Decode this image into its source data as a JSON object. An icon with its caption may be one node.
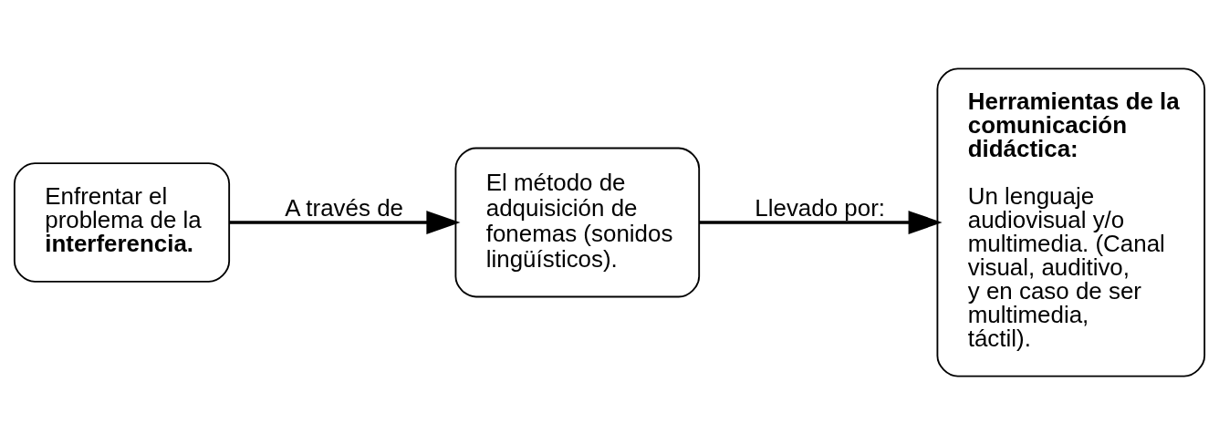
{
  "diagram": {
    "nodes": [
      {
        "text": [
          "Enfrentar el problema de la **interferencia.**"
        ]
      },
      {
        "text": [
          "El método de adquisición de fonemas (sonidos lingüísticos)."
        ]
      },
      {
        "text": [
          "Herramientas de la comunicación didáctica:",
          "Un lenguaje audiovisual y/o multimedia. (Canal visual, auditivo, y en caso de ser multimedia, táctil)."
        ]
      }
    ],
    "edges": [
      {
        "from": 0,
        "to": 1,
        "arrow": "to",
        "label": "A través de"
      },
      {
        "from": 1,
        "to": 2,
        "arrow": "to",
        "label": "Llevado por:"
      }
    ]
  }
}
